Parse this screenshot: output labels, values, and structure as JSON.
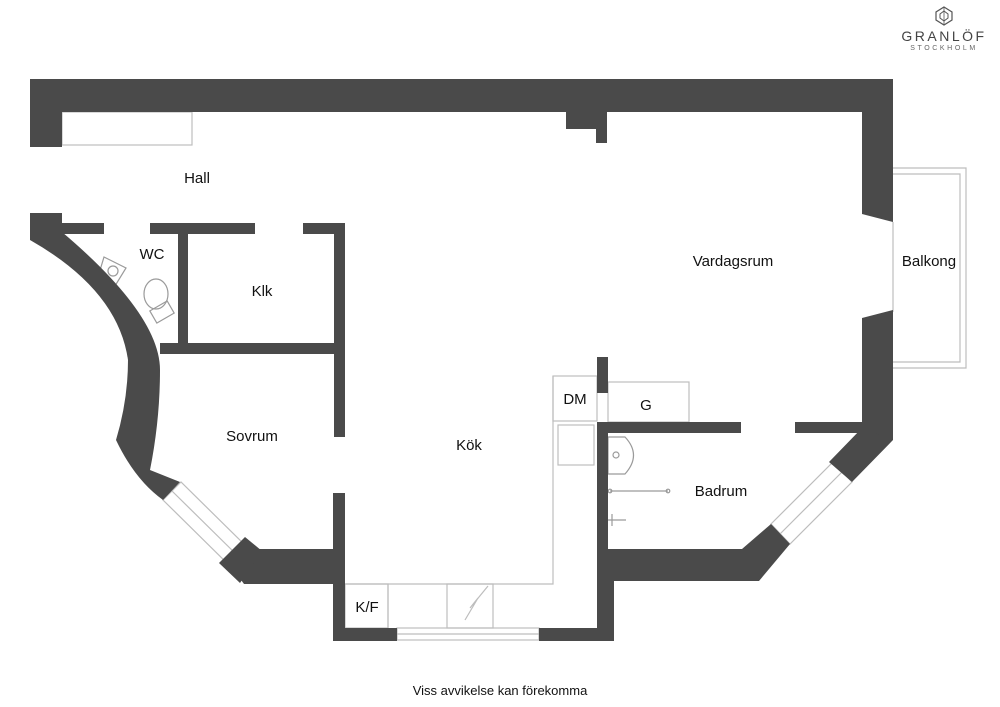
{
  "brand": {
    "name": "GRANLÖF",
    "city": "STOCKHOLM"
  },
  "rooms": {
    "hall": "Hall",
    "wc": "WC",
    "klk": "Klk",
    "vardagsrum": "Vardagsrum",
    "balkong": "Balkong",
    "sovrum": "Sovrum",
    "kok": "Kök",
    "dm": "DM",
    "g": "G",
    "badrum": "Badrum",
    "kf": "K/F"
  },
  "footer": {
    "disclaimer": "Viss avvikelse kan förekomma"
  },
  "colors": {
    "wall": "#4a4a4a",
    "thin_line": "#bdbdbd",
    "background": "#ffffff"
  }
}
